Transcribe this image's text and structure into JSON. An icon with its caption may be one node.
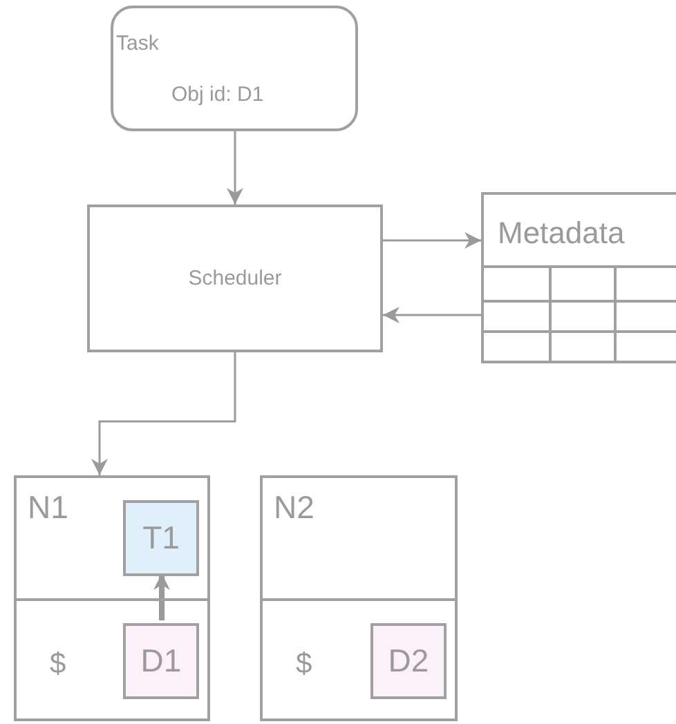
{
  "diagram": {
    "nodes": [
      {
        "text": [
          "Task",
          "Obj id: D1"
        ]
      },
      {
        "text": [
          "Scheduler"
        ]
      },
      {
        "text": [
          "Metadata"
        ]
      },
      {
        "text": [
          "N1",
          "$"
        ]
      },
      {
        "text": [
          "T1"
        ],
        "in": 3
      },
      {
        "text": [
          "D1"
        ],
        "in": 3
      },
      {
        "text": [
          "N2",
          "$"
        ]
      },
      {
        "text": [
          "D2"
        ],
        "in": 6
      }
    ],
    "edges": [
      {
        "from": 0,
        "to": 1,
        "arrow": "to"
      },
      {
        "from": 1,
        "to": 2,
        "arrow": "to"
      },
      {
        "from": 2,
        "to": 1,
        "arrow": "to"
      },
      {
        "from": 1,
        "to": 3,
        "arrow": "to"
      },
      {
        "from": 5,
        "to": 4,
        "arrow": "to",
        "style": "thick"
      }
    ]
  }
}
